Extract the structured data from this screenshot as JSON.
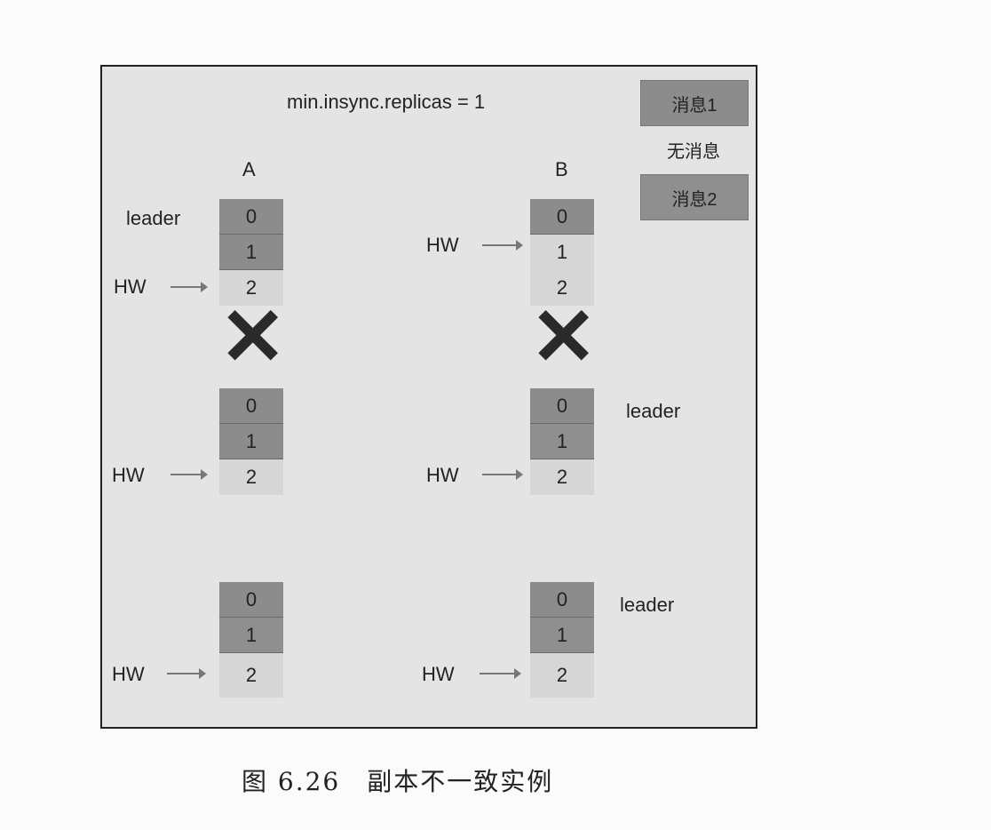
{
  "title": "min.insync.replicas = 1",
  "columns": {
    "a": "A",
    "b": "B"
  },
  "legend": [
    {
      "label": "消息1",
      "color": "#8c8c8c"
    },
    {
      "label": "无消息",
      "color": "#e4e4e4"
    },
    {
      "label": "消息2",
      "color": "#8f8f8f"
    }
  ],
  "labels": {
    "leader": "leader",
    "hw": "HW"
  },
  "offsets": [
    "0",
    "1",
    "2"
  ],
  "caption": "图 6.26　副本不一致实例"
}
